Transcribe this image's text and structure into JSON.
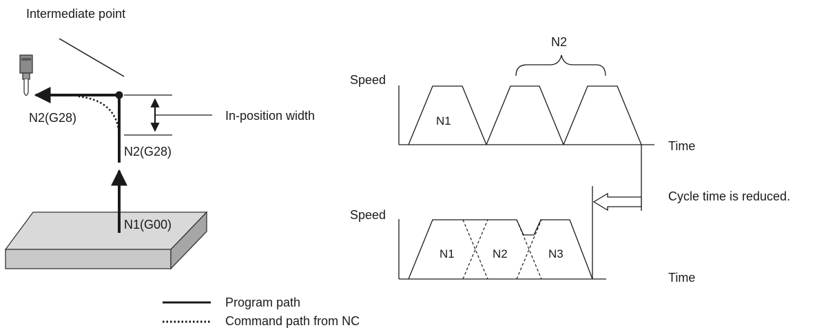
{
  "left_diagram": {
    "intermediate_point_label": "Intermediate point",
    "in_position_width_label": "In-position width",
    "n2_horizontal_label": "N2(G28)",
    "n2_vertical_label": "N2(G28)",
    "n1_label": "N1(G00)"
  },
  "legend": {
    "program_path_label": "Program path",
    "command_path_label": "Command path from NC"
  },
  "top_graph": {
    "y_label": "Speed",
    "x_label": "Time",
    "brace_label": "N2",
    "segment_labels": [
      "N1"
    ]
  },
  "arrow_note": {
    "text": "Cycle time is reduced."
  },
  "bottom_graph": {
    "y_label": "Speed",
    "x_label": "Time",
    "segment_labels": [
      "N1",
      "N2",
      "N3"
    ]
  },
  "colors": {
    "line": "#1a1a1a",
    "box_top": "#d9d9d9",
    "box_front": "#c8c8c8",
    "box_side": "#a6a6a6",
    "tool": "#888888"
  }
}
